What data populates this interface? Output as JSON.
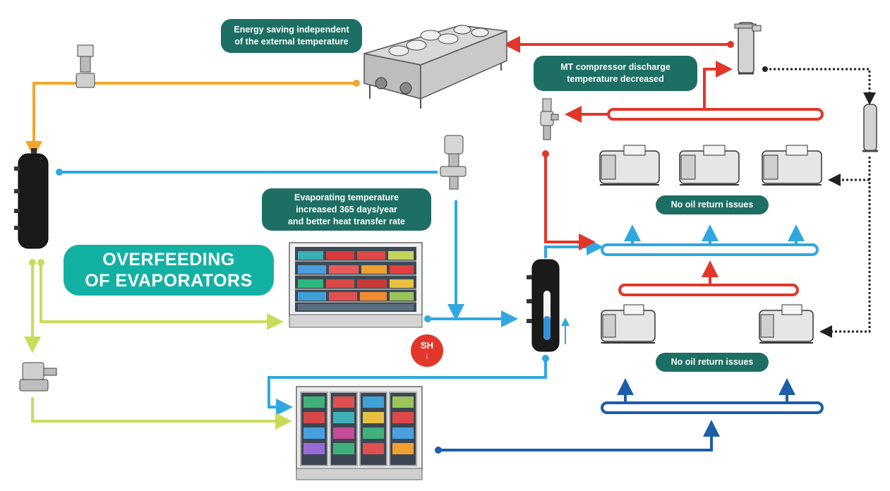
{
  "callouts": {
    "energy_saving": "Energy saving independent\nof the external temperature",
    "mt_discharge": "MT compressor discharge\ntemperature decreased",
    "evaporating": "Evaporating temperature\nincreased 365 days/year\nand better heat transfer rate",
    "no_oil_top": "No oil return issues",
    "no_oil_bottom": "No oil return issues"
  },
  "badge": "OVERFEEDING\nOF EVAPORATORS",
  "sh_indicator": {
    "label": "SH",
    "arrow": "↓"
  },
  "colors": {
    "orange": "#f2a62e",
    "blue_light": "#2fa8e0",
    "blue_dark": "#1c5ea8",
    "red": "#e2362b",
    "green_yellow": "#c9dc5a",
    "callout": "#1d6e63",
    "badge": "#13b1a3",
    "dotted": "#222222"
  }
}
